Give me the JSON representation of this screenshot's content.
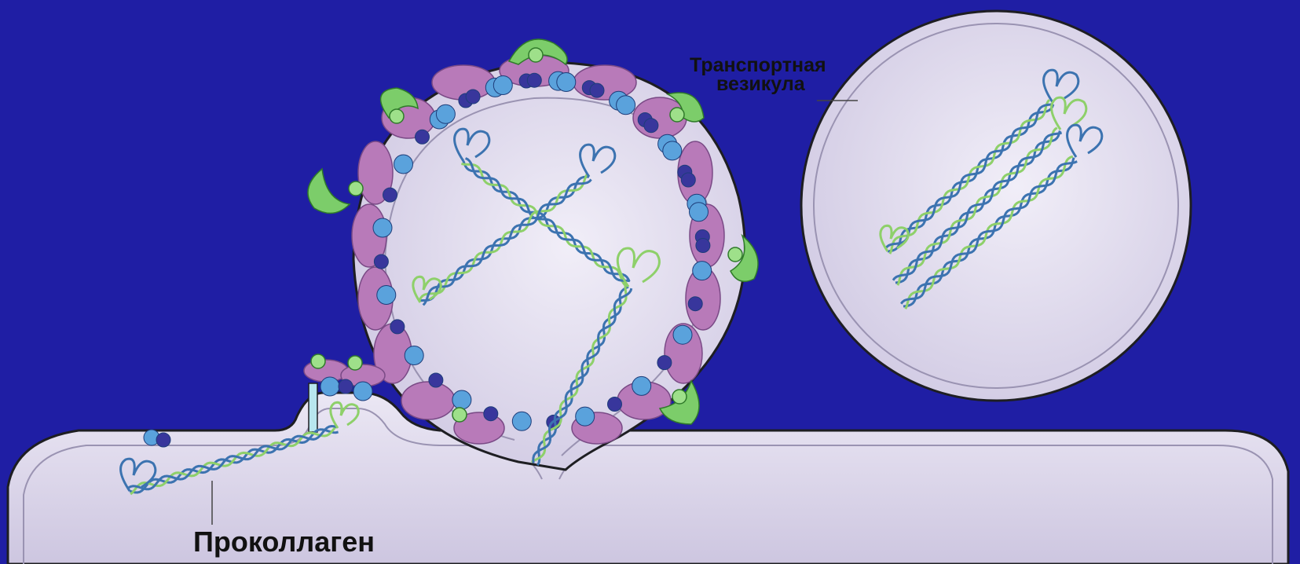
{
  "diagram": {
    "labels": {
      "transport_vesicle_line1": "Транспортная",
      "transport_vesicle_line2": "везикула",
      "procollagen": "Проколлаген"
    },
    "colors": {
      "background": "#1f1ea4",
      "membrane_fill": "#e4dff0",
      "membrane_lumen": "#d7d2e8",
      "outline": "#1e1e22",
      "coat_purple": "#b87ab9",
      "cargo_receptor_light": "#5aa2dc",
      "cargo_receptor_dark": "#38369c",
      "coat_adaptor_green": "#7ccd6a",
      "collagen_blue": "#3c73b0",
      "collagen_green": "#8ed06a"
    }
  }
}
